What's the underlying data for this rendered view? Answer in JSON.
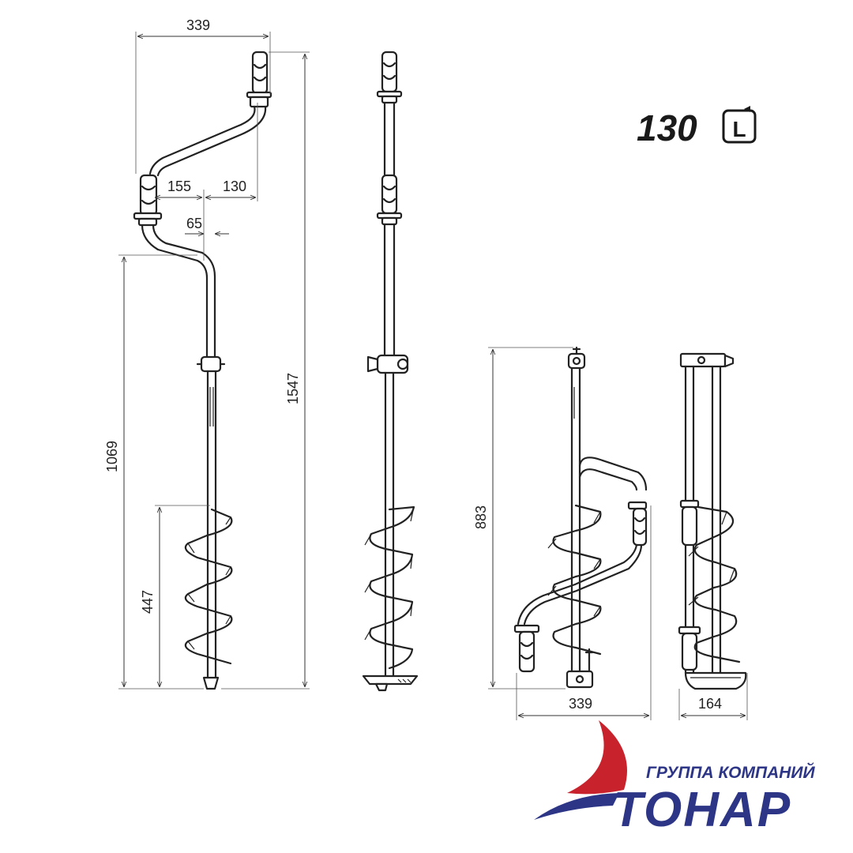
{
  "dimensions": {
    "left_width": "339",
    "upper_offset": "155",
    "handle_offset": "130",
    "crank_offset": "65",
    "total_height": "1547",
    "lower_height": "1069",
    "auger_length": "447",
    "folded_height": "883",
    "folded_width": "339",
    "folded_depth": "164"
  },
  "model": {
    "diameter": "130",
    "rotation_badge": "L"
  },
  "brand": {
    "group_label": "ГРУППА КОМПАНИЙ",
    "name": "ТОНАР",
    "accent_red": "#c8222c",
    "accent_blue": "#2d3586"
  }
}
